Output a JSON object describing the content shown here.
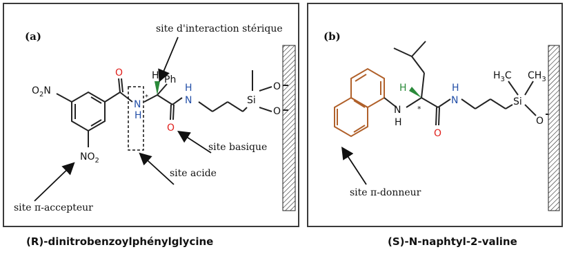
{
  "panel_a": {
    "letter": "(a)",
    "label_steric": "site d'interaction stérique",
    "label_acid": "site acide",
    "label_basic": "site basique",
    "label_acceptor": "site π-accepteur",
    "atoms": {
      "o2n": "O",
      "o2n_sub": "2",
      "o2n_n": "N",
      "no2_n": "NO",
      "no2_sub": "2",
      "o_carbonyl1": "O",
      "nh1_n": "N",
      "nh1_h": "H",
      "h_alpha": "H",
      "ph": "Ph",
      "nh2_h": "H",
      "nh2_n": "N",
      "o_carbonyl2": "O",
      "si": "Si",
      "o_top": "O",
      "o_bottom": "O",
      "star": "*"
    },
    "caption": "(R)-dinitrobenzoylphénylglycine"
  },
  "panel_b": {
    "letter": "(b)",
    "label_donor": "site π-donneur",
    "atoms": {
      "nh1_n": "N",
      "nh1_h": "H",
      "h_alpha": "H",
      "star": "*",
      "o_carbonyl": "O",
      "nh2_h": "H",
      "nh2_n": "N",
      "h3c": "H",
      "h3c_sub": "3",
      "h3c_c": "C",
      "ch3_c": "CH",
      "ch3_sub": "3",
      "si": "Si",
      "o": "O"
    },
    "caption": "(S)-N-naphtyl-2-valine"
  },
  "colors": {
    "red": "#e0201c",
    "blue": "#2450a8",
    "green": "#2a8a3a",
    "naphthyl": "#b0602a",
    "bond": "#222222"
  }
}
